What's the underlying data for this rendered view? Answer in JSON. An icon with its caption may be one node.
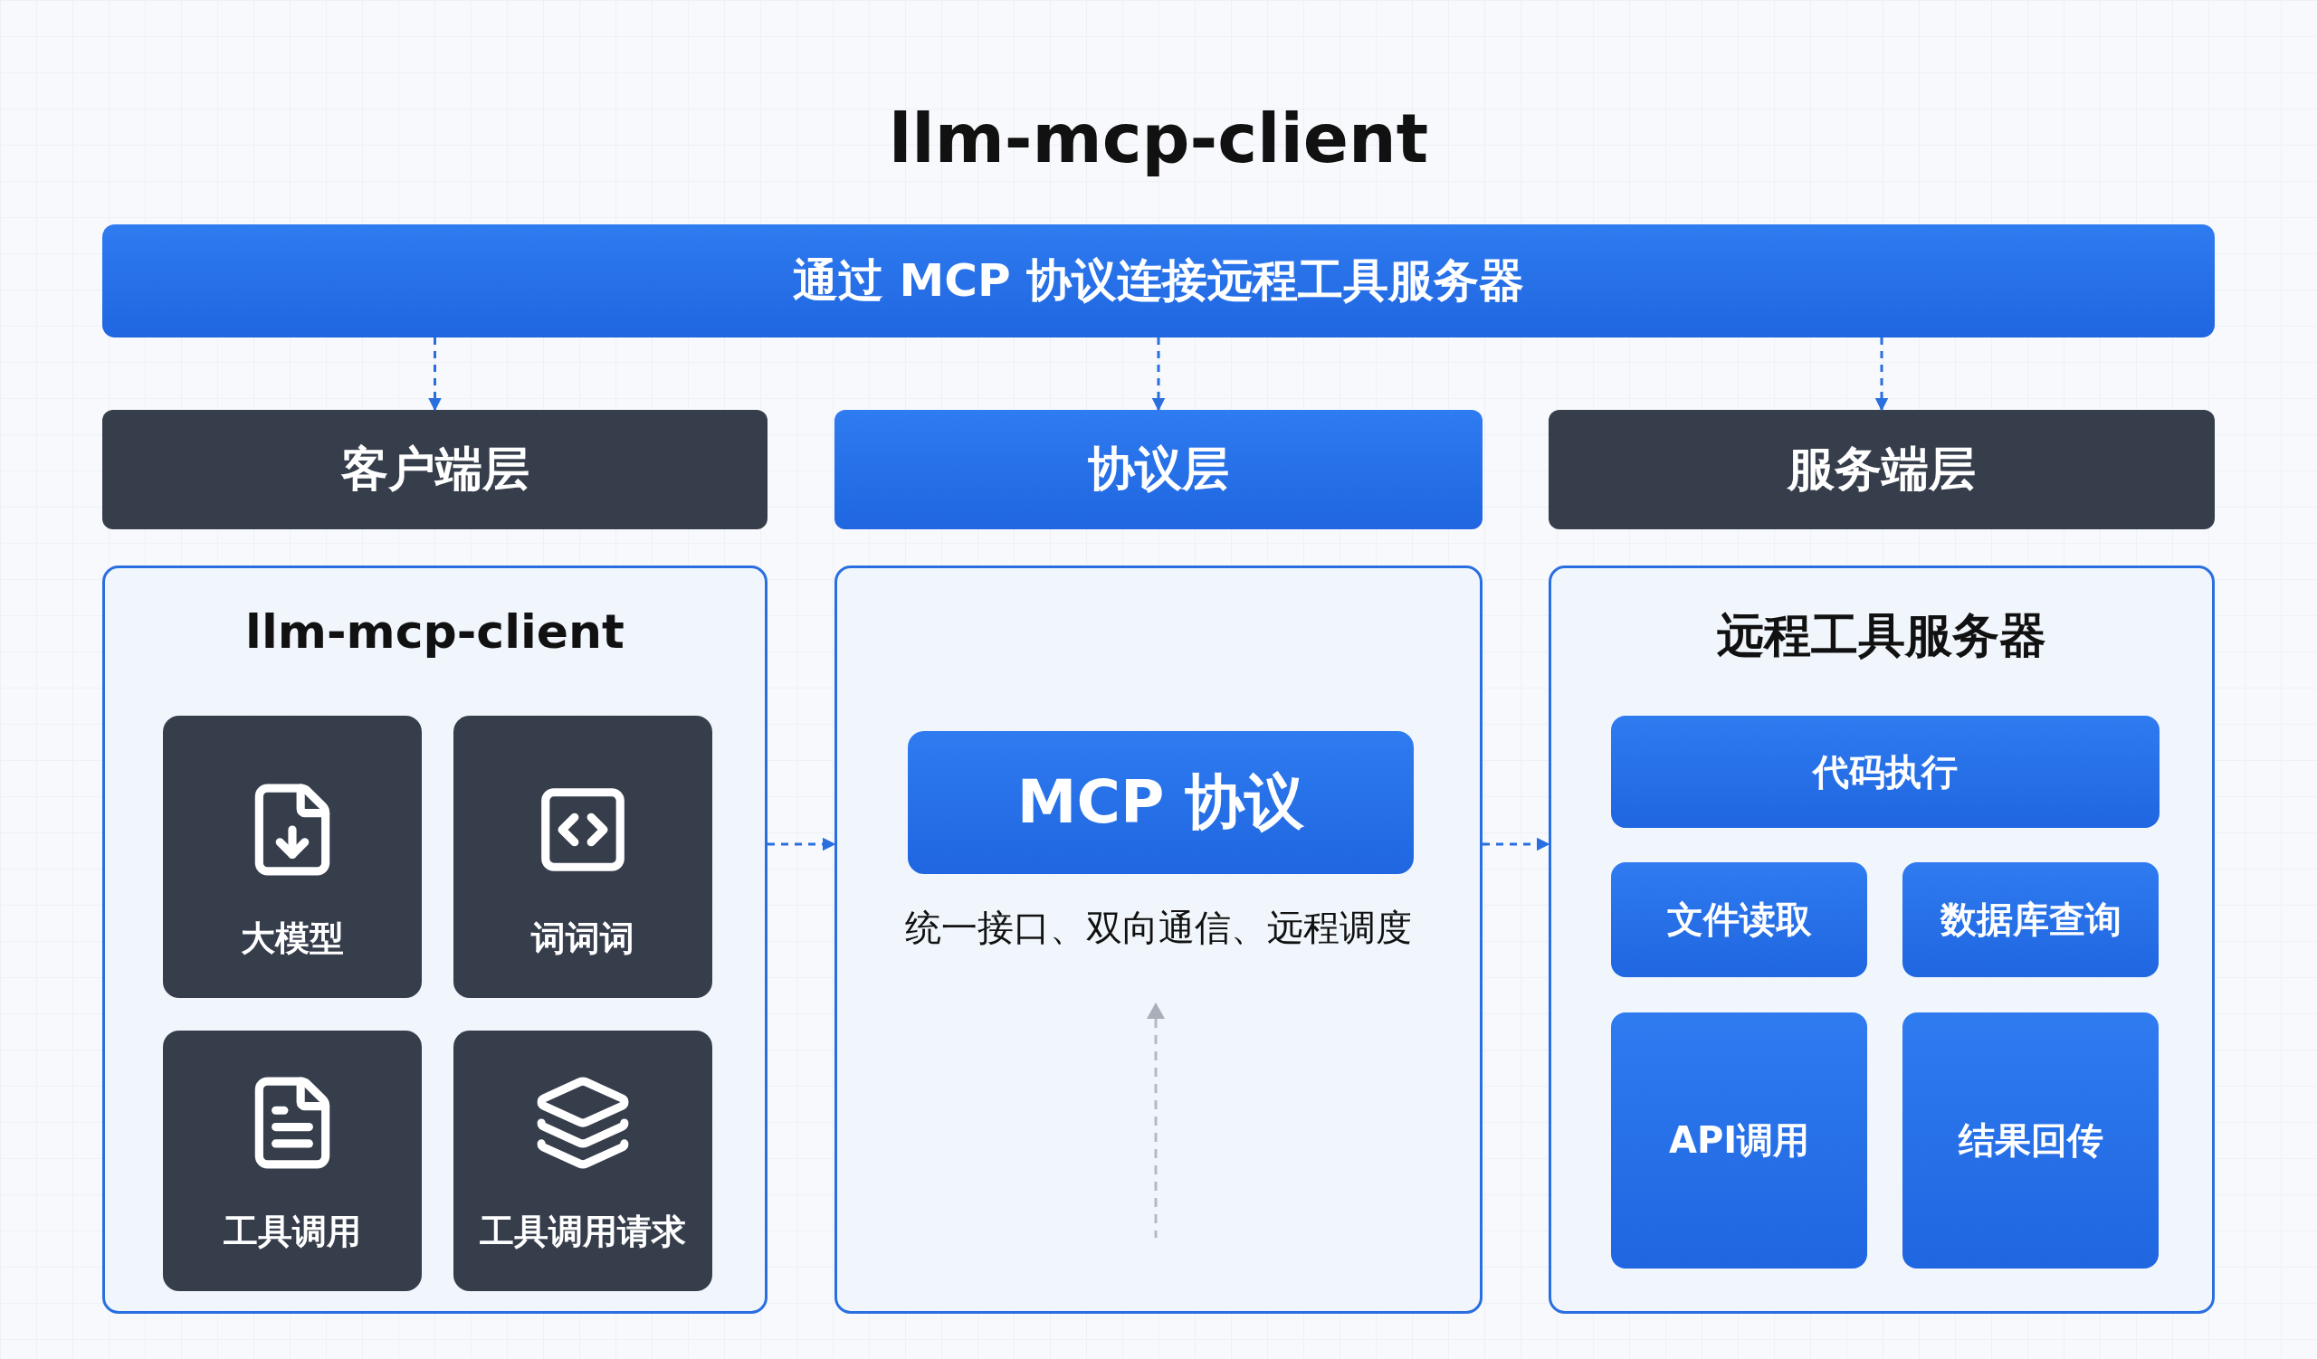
{
  "diagram": {
    "title": "llm-mcp-client",
    "nodes": [
      {
        "text": [
          "通过 MCP 协议连接远程工具服务器"
        ]
      },
      {
        "text": [
          "客户端层"
        ]
      },
      {
        "text": [
          "协议层"
        ]
      },
      {
        "text": [
          "服务端层"
        ]
      },
      {
        "text": [
          "llm-mcp-client"
        ]
      },
      {
        "text": [
          "大模型"
        ],
        "in": 4
      },
      {
        "text": [
          "词词词"
        ],
        "in": 4
      },
      {
        "text": [
          "工具调用"
        ],
        "in": 4
      },
      {
        "text": [
          "工具调用请求"
        ],
        "in": 4
      },
      {
        "text": [
          "统一接口、双向通信、远程调度"
        ]
      },
      {
        "text": [
          "MCP 协议"
        ],
        "in": 9
      },
      {
        "text": [
          "远程工具服务器"
        ]
      },
      {
        "text": [
          "代码执行"
        ],
        "in": 11
      },
      {
        "text": [
          "文件读取"
        ],
        "in": 11
      },
      {
        "text": [
          "数据库查询"
        ],
        "in": 11
      },
      {
        "text": [
          "API调用"
        ],
        "in": 11
      },
      {
        "text": [
          "结果回传"
        ],
        "in": 11
      }
    ],
    "edges": [
      {
        "from": 0,
        "to": 1,
        "arrow": "to",
        "style": "dashed"
      },
      {
        "from": 0,
        "to": 2,
        "arrow": "to",
        "style": "dashed"
      },
      {
        "from": 0,
        "to": 3,
        "arrow": "to",
        "style": "dashed"
      },
      {
        "from": 4,
        "to": 9,
        "arrow": "to",
        "style": "dashed"
      },
      {
        "from": 9,
        "to": 11,
        "arrow": "to",
        "style": "dashed"
      }
    ]
  }
}
